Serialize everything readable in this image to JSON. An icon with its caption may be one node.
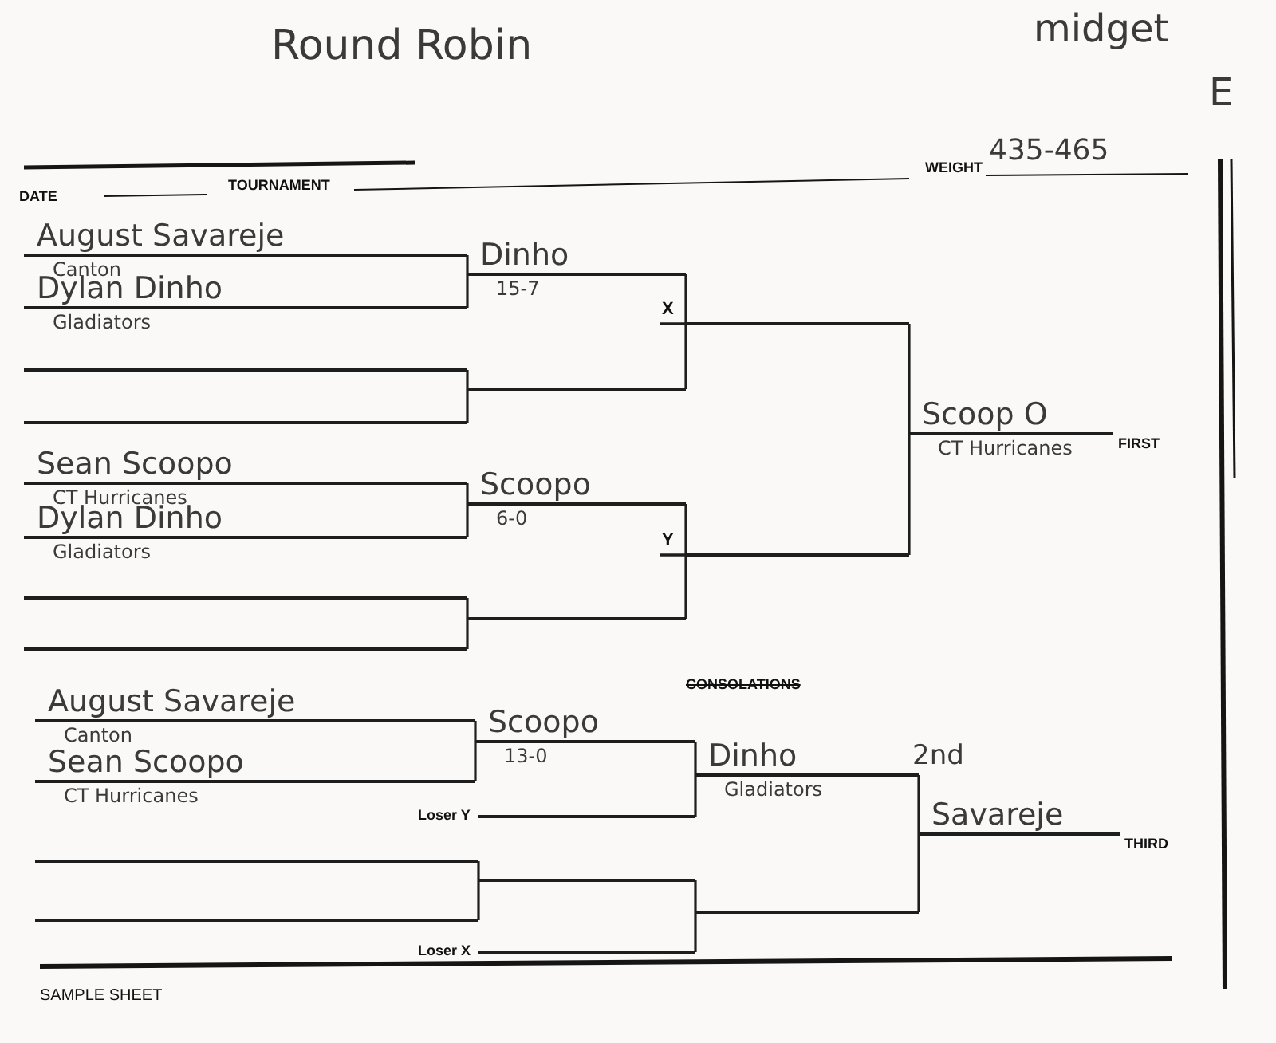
{
  "diagram": {
    "title": "Round Robin",
    "nodes": [
      {
        "text": [
          "August Savareje",
          "Canton"
        ]
      },
      {
        "text": [
          "Dylan Dinho",
          "Gladiators"
        ]
      },
      {
        "text": [],
        "shape": "line"
      },
      {
        "text": [],
        "shape": "line"
      },
      {
        "text": [
          "Sean Scoopo",
          "CT Hurricanes"
        ]
      },
      {
        "text": [
          "Dylan Dinho",
          "Gladiators"
        ]
      },
      {
        "text": [],
        "shape": "line"
      },
      {
        "text": [],
        "shape": "line"
      },
      {
        "text": [
          "Dinho",
          "15-7"
        ]
      },
      {
        "text": [],
        "shape": "line"
      },
      {
        "text": [
          "Scoopo",
          "6-0"
        ]
      },
      {
        "text": [],
        "shape": "line"
      },
      {
        "text": [
          "X"
        ]
      },
      {
        "text": [
          "Y"
        ]
      },
      {
        "text": [
          "Scoop O",
          "CT Hurricanes"
        ],
        "beside": [
          "FIRST"
        ]
      },
      {
        "text": [
          "August Savareje",
          "Canton"
        ]
      },
      {
        "text": [
          "Sean Scoopo",
          "CT Hurricanes"
        ]
      },
      {
        "text": [],
        "shape": "line"
      },
      {
        "text": [],
        "shape": "line"
      },
      {
        "text": [
          "Scoopo",
          "13-0"
        ]
      },
      {
        "text": [
          "Loser Y"
        ]
      },
      {
        "text": [],
        "shape": "line"
      },
      {
        "text": [
          "Loser X"
        ]
      },
      {
        "text": [
          "Dinho",
          "Gladiators"
        ],
        "beside": [
          "2nd"
        ]
      },
      {
        "text": [],
        "shape": "line"
      },
      {
        "text": [
          "Savareje"
        ],
        "beside": [
          "THIRD"
        ]
      }
    ],
    "edges": [
      {
        "from": 0,
        "to": 8,
        "arrow": "none"
      },
      {
        "from": 1,
        "to": 8,
        "arrow": "none"
      },
      {
        "from": 2,
        "to": 9,
        "arrow": "none"
      },
      {
        "from": 3,
        "to": 9,
        "arrow": "none"
      },
      {
        "from": 4,
        "to": 10,
        "arrow": "none"
      },
      {
        "from": 5,
        "to": 10,
        "arrow": "none"
      },
      {
        "from": 6,
        "to": 11,
        "arrow": "none"
      },
      {
        "from": 7,
        "to": 11,
        "arrow": "none"
      },
      {
        "from": 8,
        "to": 12,
        "arrow": "none"
      },
      {
        "from": 9,
        "to": 12,
        "arrow": "none"
      },
      {
        "from": 10,
        "to": 13,
        "arrow": "none"
      },
      {
        "from": 11,
        "to": 13,
        "arrow": "none"
      },
      {
        "from": 12,
        "to": 14,
        "arrow": "none"
      },
      {
        "from": 13,
        "to": 14,
        "arrow": "none"
      },
      {
        "from": 15,
        "to": 19,
        "arrow": "none"
      },
      {
        "from": 16,
        "to": 19,
        "arrow": "none"
      },
      {
        "from": 17,
        "to": 21,
        "arrow": "none"
      },
      {
        "from": 18,
        "to": 21,
        "arrow": "none"
      },
      {
        "from": 19,
        "to": 23,
        "arrow": "none"
      },
      {
        "from": 20,
        "to": 23,
        "arrow": "none"
      },
      {
        "from": 21,
        "to": 24,
        "arrow": "none"
      },
      {
        "from": 22,
        "to": 24,
        "arrow": "none"
      },
      {
        "from": 23,
        "to": 25,
        "arrow": "none"
      },
      {
        "from": 24,
        "to": 25,
        "arrow": "none"
      }
    ],
    "labels": [
      "midget",
      "E",
      "DATE",
      "TOURNAMENT",
      "WEIGHT",
      "435-465",
      "CONSOLATIONS",
      "SAMPLE SHEET"
    ]
  }
}
